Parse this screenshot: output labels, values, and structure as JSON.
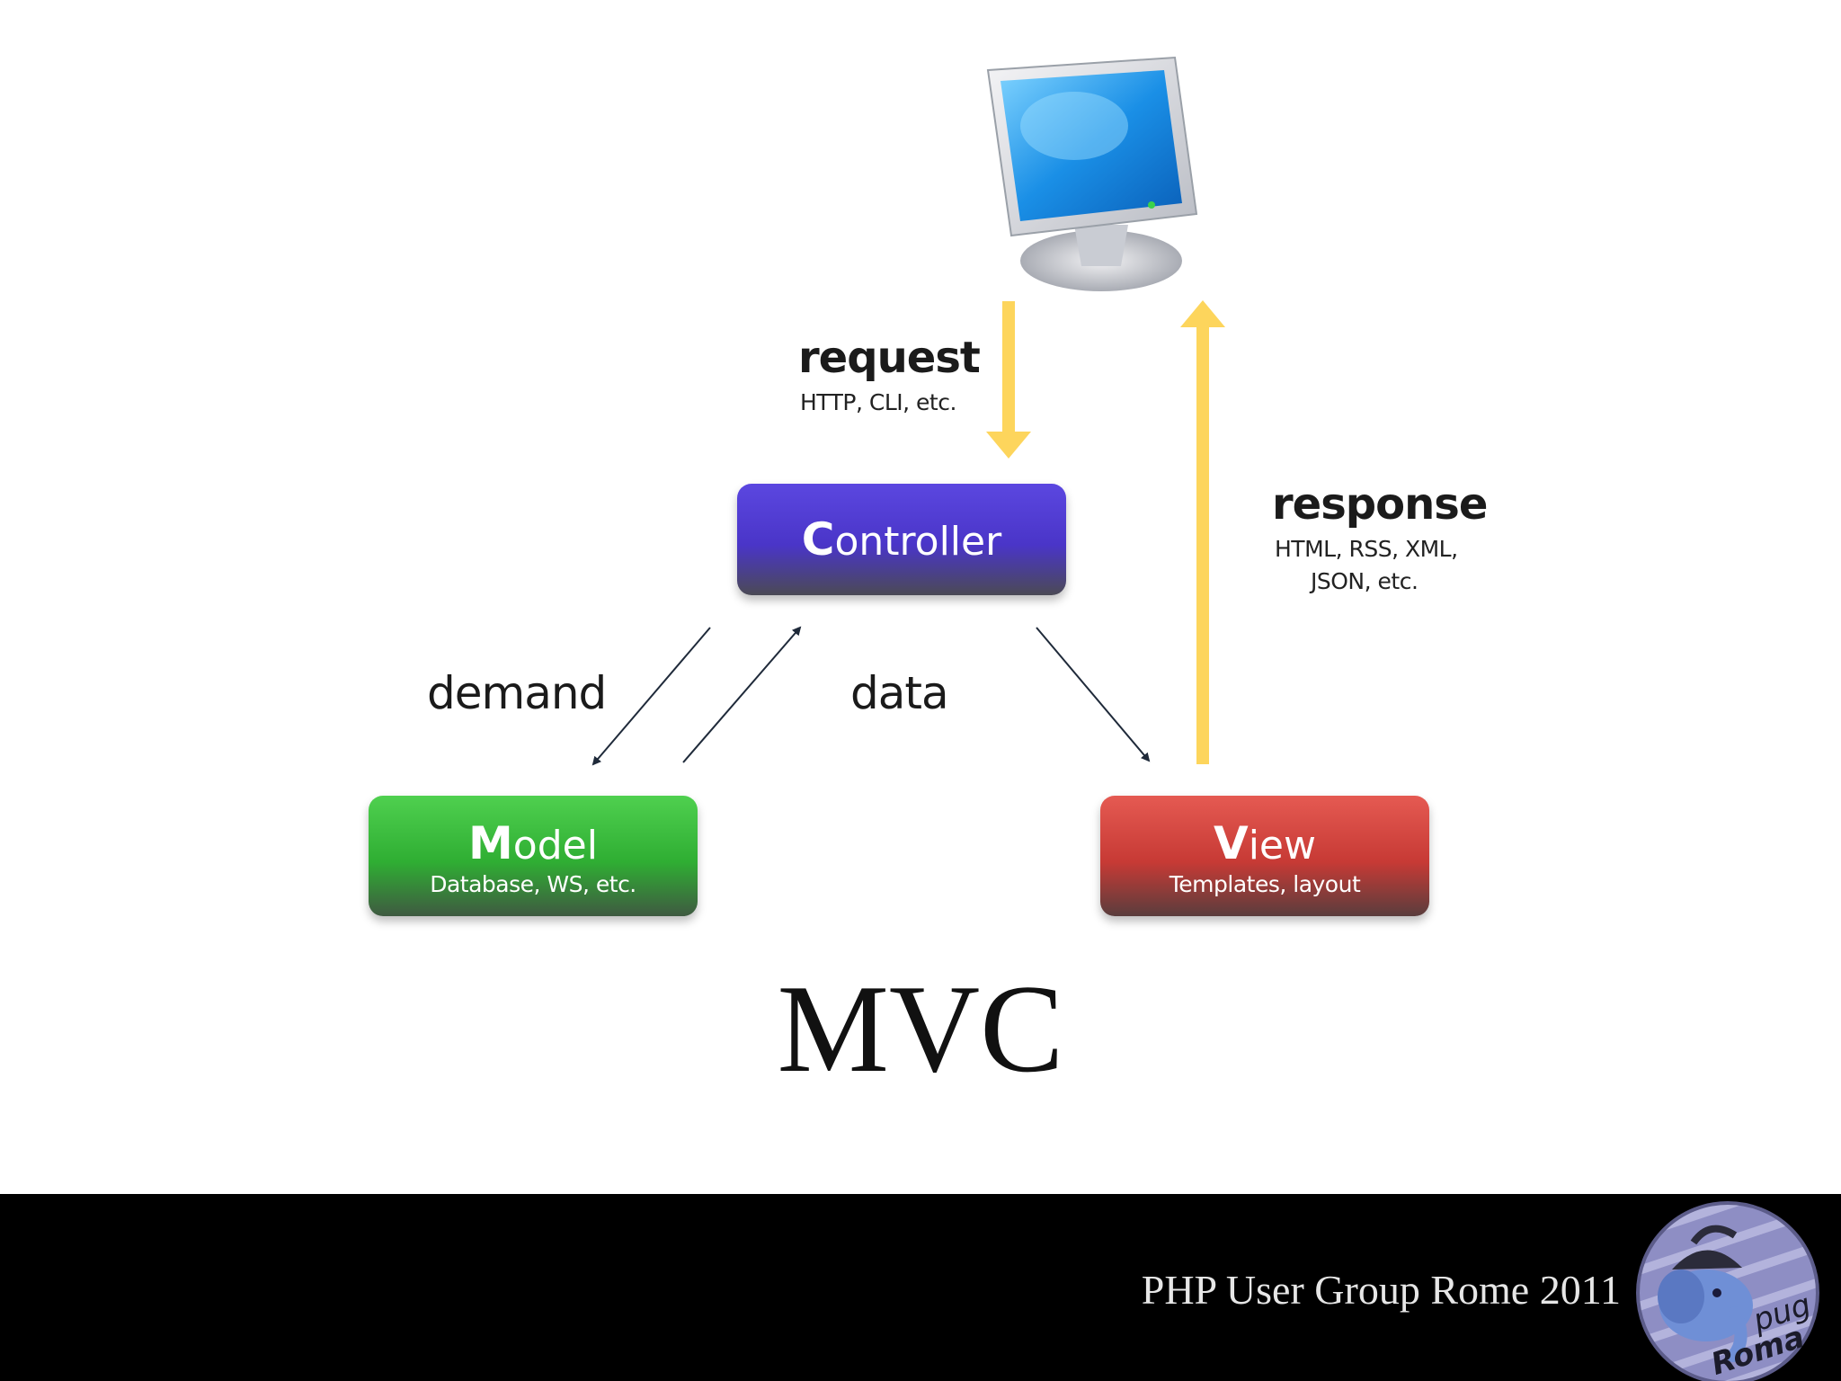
{
  "request": {
    "label": "request",
    "sub": "HTTP, CLI, etc."
  },
  "response": {
    "label": "response",
    "sub_line1": "HTML, RSS, XML,",
    "sub_line2": "JSON, etc."
  },
  "demand": {
    "label": "demand"
  },
  "data": {
    "label": "data"
  },
  "controller": {
    "label": "Controller"
  },
  "model": {
    "label": "Model",
    "sub": "Database, WS, etc."
  },
  "view": {
    "label": "View",
    "sub": "Templates, layout"
  },
  "title": "MVC",
  "footer": {
    "text": "PHP User Group Rome 2011",
    "logo_line1": "pug",
    "logo_line2": "Roma"
  },
  "colors": {
    "controller": "#4a35c8",
    "model": "#2fae33",
    "view": "#c73a35",
    "flow_arrow": "#fdd55c",
    "thin_arrow": "#1f2a3a"
  },
  "icons": {
    "client": "computer-monitor-icon",
    "logo": "pug-elephant-logo"
  }
}
